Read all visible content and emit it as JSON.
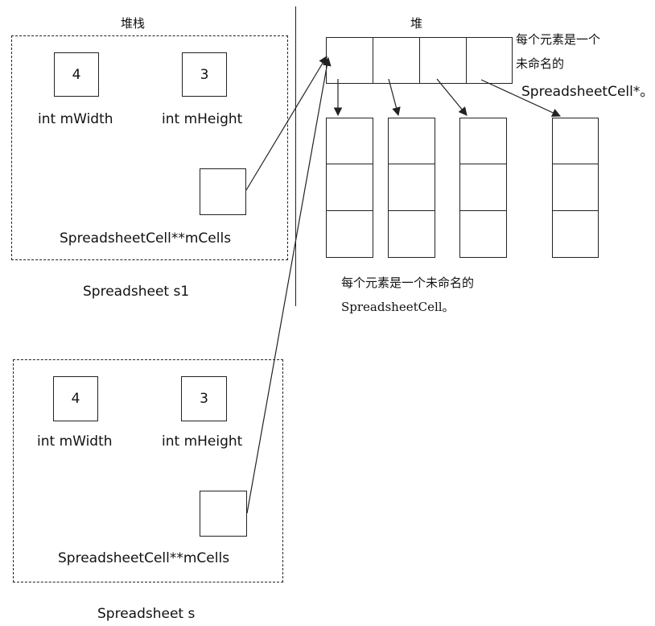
{
  "stack_title": "堆栈",
  "heap_title": "堆",
  "s1": {
    "width_value": "4",
    "height_value": "3",
    "width_label": "int mWidth",
    "height_label": "int mHeight",
    "cells_label": "SpreadsheetCell**mCells",
    "caption": "Spreadsheet s1"
  },
  "s": {
    "width_value": "4",
    "height_value": "3",
    "width_label": "int mWidth",
    "height_label": "int mHeight",
    "cells_label": "SpreadsheetCell**mCells",
    "caption": "Spreadsheet s"
  },
  "pointer_array_note": {
    "line1": "每个元素是一个",
    "line2": "未命名的",
    "line3": "SpreadsheetCell*。"
  },
  "cell_note": {
    "line1": "每个元素是一个未命名的",
    "line2": "SpreadsheetCell。"
  }
}
